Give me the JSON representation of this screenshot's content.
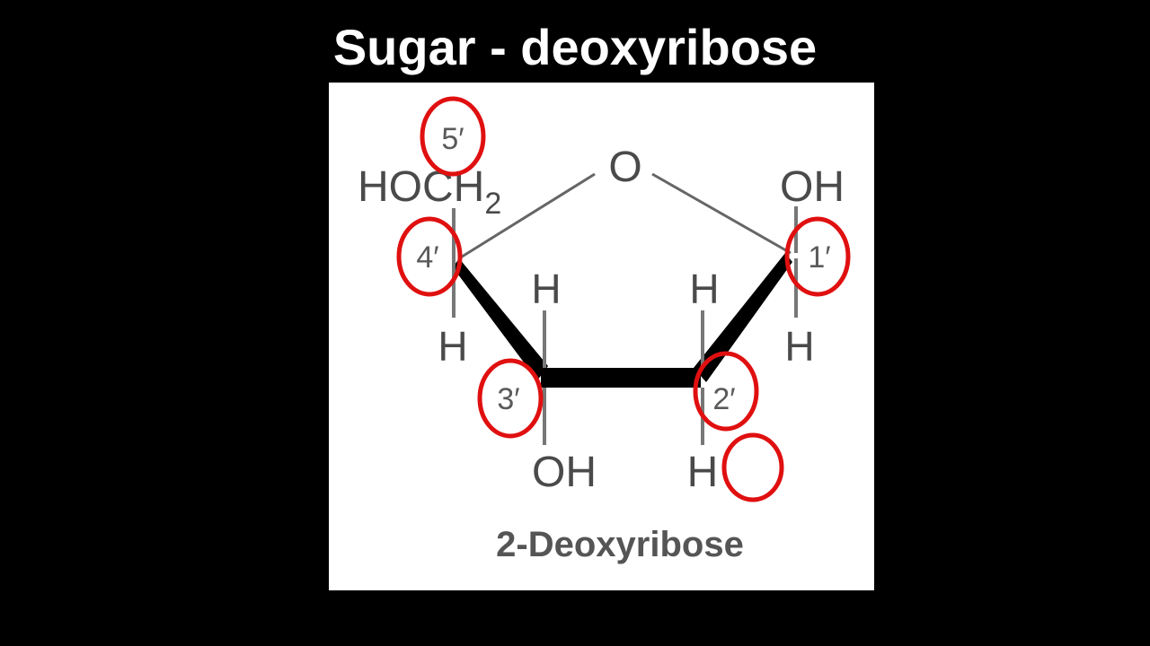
{
  "slide": {
    "title": "Sugar - deoxyribose"
  },
  "diagram": {
    "caption": "2-Deoxyribose",
    "ring_oxygen": "O",
    "substituents": {
      "c5_group": "HOCH",
      "c5_group_subscript": "2",
      "c1_top": "OH",
      "c1_bottom": "H",
      "c4_bottom": "H",
      "c3_top": "H",
      "c3_bottom": "OH",
      "c2_top": "H",
      "c2_bottom": "H"
    },
    "positions": {
      "p5": "5′",
      "p4": "4′",
      "p3": "3′",
      "p2": "2′",
      "p1": "1′"
    },
    "colors": {
      "highlight": "#e01010",
      "bond": "#666666",
      "wedge": "#000000",
      "background": "#ffffff"
    }
  }
}
